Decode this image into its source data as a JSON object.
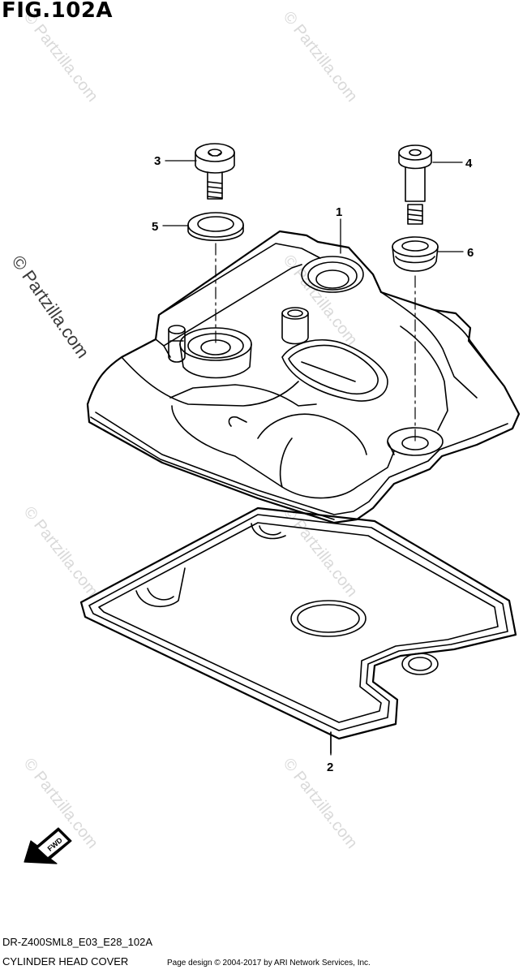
{
  "figure": {
    "title": "FIG.102A"
  },
  "callouts": [
    {
      "id": "1",
      "label": "1"
    },
    {
      "id": "2",
      "label": "2"
    },
    {
      "id": "3",
      "label": "3"
    },
    {
      "id": "4",
      "label": "4"
    },
    {
      "id": "5",
      "label": "5"
    },
    {
      "id": "6",
      "label": "6"
    }
  ],
  "direction_arrow": {
    "label": "FWD"
  },
  "watermark": {
    "text": "© Partzilla.com"
  },
  "footer": {
    "diagram_code": "DR-Z400SML8_E03_E28_102A",
    "diagram_name": "CYLINDER HEAD COVER",
    "copyright": "Page design © 2004-2017 by ARI Network Services, Inc."
  }
}
